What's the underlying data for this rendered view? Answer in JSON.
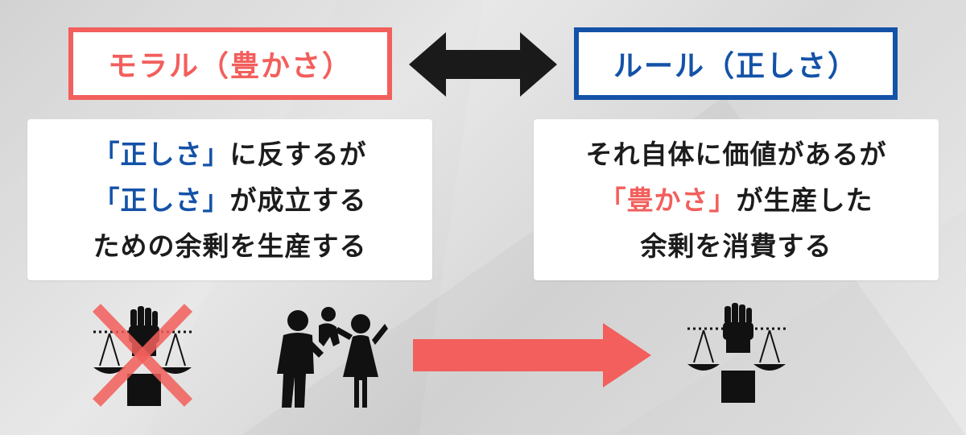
{
  "labels": {
    "moral": "モラル（豊かさ）",
    "rule": "ルール（正しさ）"
  },
  "left_card": {
    "line1_a": "「正しさ」",
    "line1_b": "に反するが",
    "line2_a": "「正しさ」",
    "line2_b": "が成立する",
    "line3": "ための余剰を生産する"
  },
  "right_card": {
    "line1": "それ自体に価値があるが",
    "line2_a": "「豊かさ」",
    "line2_b": "が生産した",
    "line3": "余剰を消費する"
  },
  "colors": {
    "moral_red": "#f25f5c",
    "rule_blue": "#1452a8",
    "text_black": "#1c1c1c"
  },
  "icons": {
    "double_arrow": "double-headed-arrow-icon",
    "justice_crossed": "justice-scale-fist-crossed-out-icon",
    "family": "family-icon",
    "right_arrow": "right-arrow-icon",
    "justice": "justice-scale-fist-icon"
  }
}
